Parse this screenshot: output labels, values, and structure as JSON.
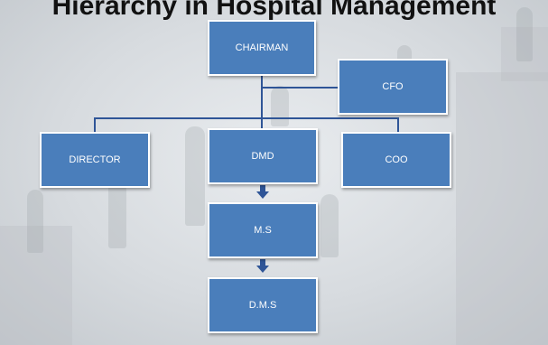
{
  "title": "Hierarchy in Hospital Management",
  "nodes": {
    "chairman": "CHAIRMAN",
    "cfo": "CFO",
    "director": "DIRECTOR",
    "dmd": "DMD",
    "coo": "COO",
    "ms": "M.S",
    "dms": "D.M.S"
  },
  "colors": {
    "box_fill": "#4a7ebb",
    "box_border": "#ffffff",
    "connector": "#2f5597",
    "title_text": "#111111"
  }
}
